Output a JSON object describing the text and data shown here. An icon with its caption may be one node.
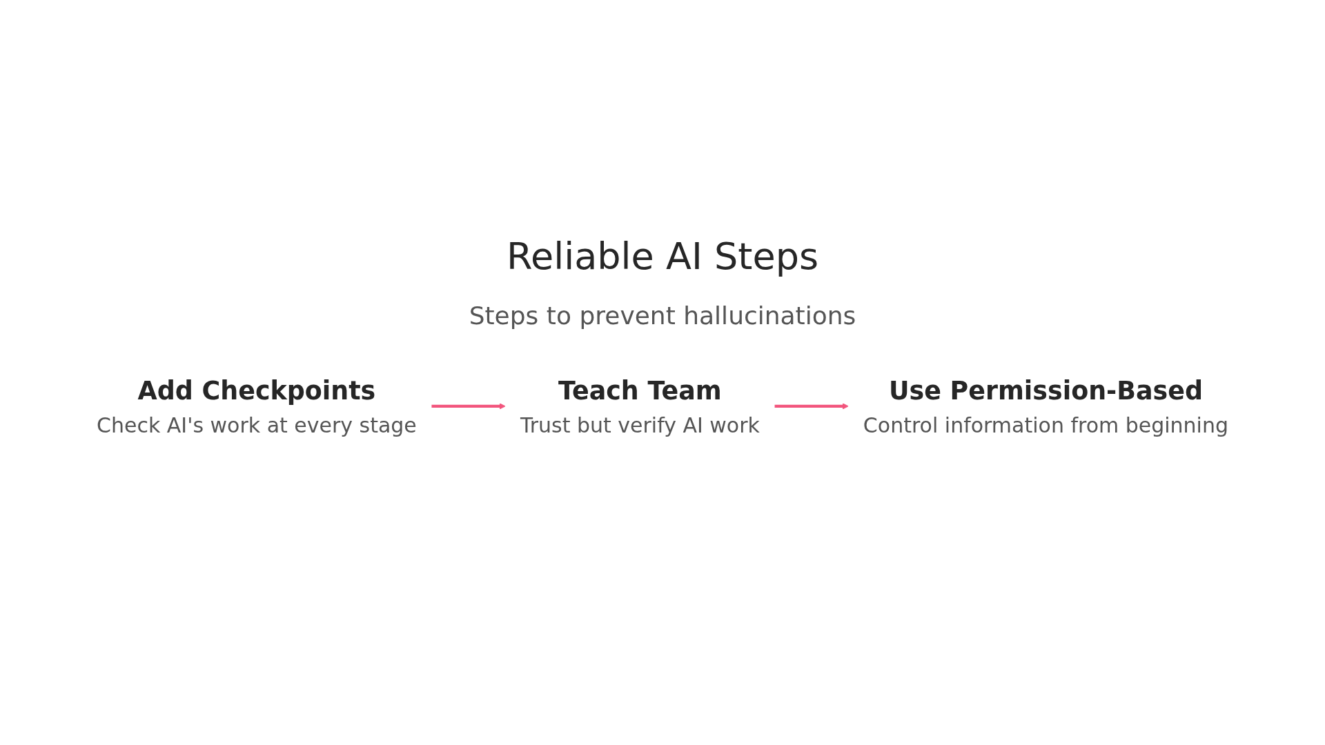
{
  "diagram": {
    "title": "Reliable AI Steps",
    "nodes": [
      {
        "text": [
          "Add Checkpoints",
          "Check AI's work at every stage"
        ]
      },
      {
        "text": [
          "Teach Team",
          "Trust but verify AI work"
        ]
      },
      {
        "text": [
          "Use Permission-Based",
          "Control information from beginning"
        ]
      }
    ],
    "edges": [
      {
        "from": 0,
        "to": 1,
        "arrow": "to"
      },
      {
        "from": 1,
        "to": 2,
        "arrow": "to"
      }
    ],
    "labels": [
      "Steps to prevent hallucinations"
    ]
  }
}
